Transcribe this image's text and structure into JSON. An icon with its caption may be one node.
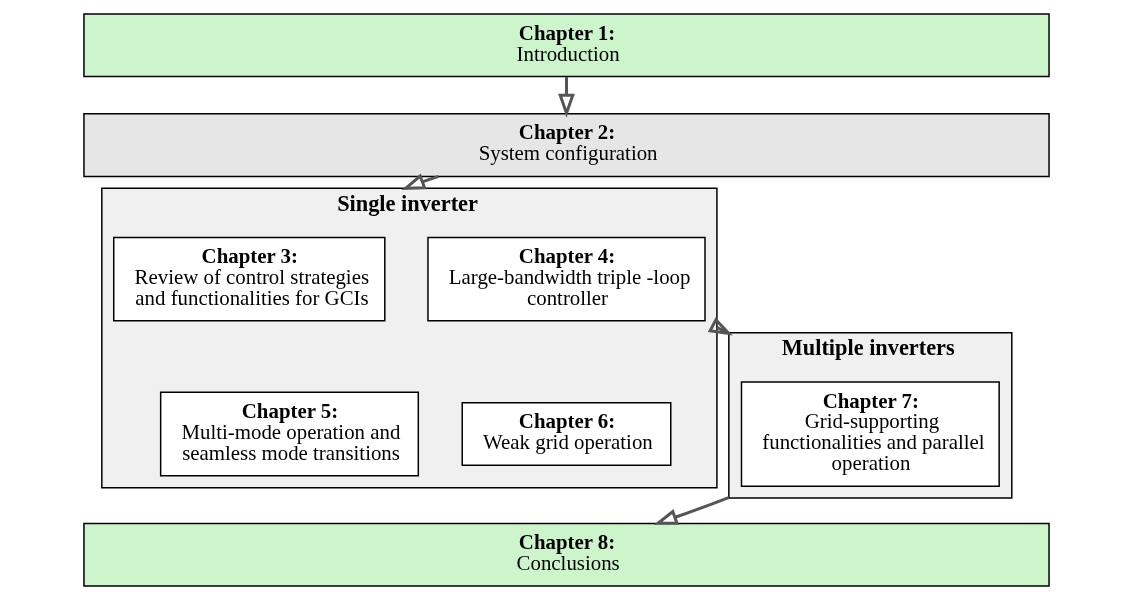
{
  "diagram": {
    "nodes": [
      {
        "text": [
          "Chapter 1:",
          "Introduction"
        ]
      },
      {
        "text": [
          "Chapter 2:",
          "System configuration"
        ]
      },
      {
        "text": [
          "Single inverter"
        ]
      },
      {
        "text": [
          "Chapter 3:",
          "Review of control strategies and functionalities for GCIs"
        ],
        "in": 2
      },
      {
        "text": [
          "Chapter 4:",
          "Large-bandwidth triple -loop controller"
        ],
        "in": 2
      },
      {
        "text": [
          "Chapter 5:",
          "Multi-mode operation and seamless mode transitions"
        ],
        "in": 2
      },
      {
        "text": [
          "Chapter 6:",
          "Weak grid operation"
        ],
        "in": 2
      },
      {
        "text": [
          "Multiple inverters"
        ]
      },
      {
        "text": [
          "Chapter 7:",
          "Grid-supporting functionalities and parallel operation"
        ],
        "in": 7
      },
      {
        "text": [
          "Chapter 8:",
          "Conclusions"
        ]
      }
    ],
    "edges": [
      {
        "from": 0,
        "to": 1,
        "arrow": "to"
      },
      {
        "from": 1,
        "to": 2,
        "arrow": "to"
      },
      {
        "from": 2,
        "to": 7,
        "arrow": "to"
      },
      {
        "from": 7,
        "to": 9,
        "arrow": "to"
      }
    ]
  }
}
